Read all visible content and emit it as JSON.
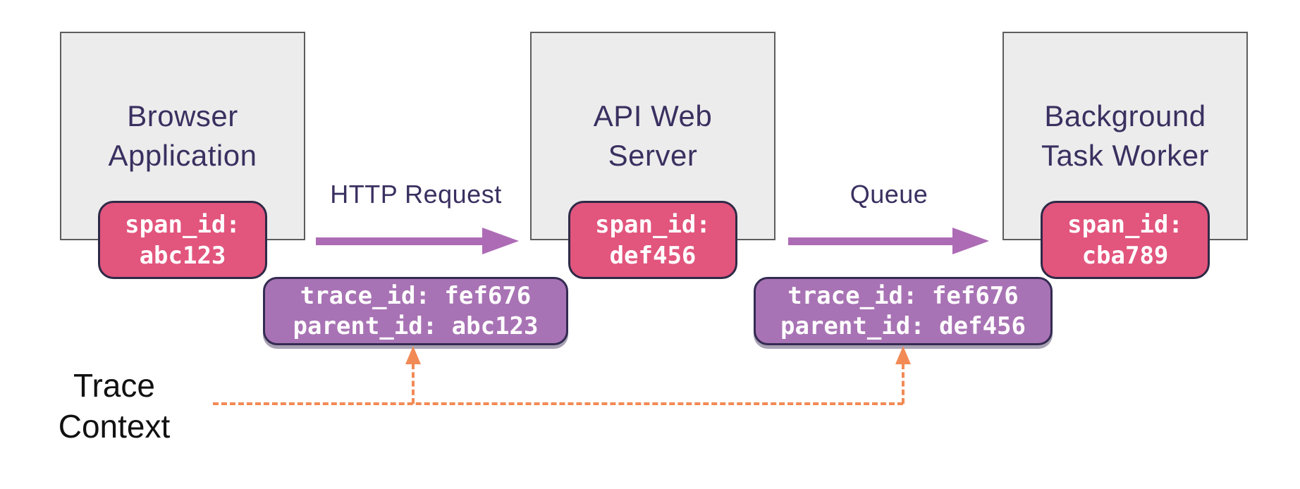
{
  "diagram_title": "Distributed trace context propagation",
  "colors": {
    "service_fill": "#ececec",
    "service_border": "#5d5d5d",
    "title_text": "#3a3060",
    "span_badge_fill": "#e2557d",
    "span_badge_border": "#2e2a47",
    "trace_box_fill": "#a873b4",
    "trace_box_border": "#342b52",
    "flow_arrow": "#ad6bb5",
    "trace_context_orange": "#f28a55",
    "context_label_text": "#111111"
  },
  "services": [
    {
      "title": "Browser\nApplication",
      "span_badge": "span_id:\nabc123"
    },
    {
      "title": "API Web\nServer",
      "span_badge": "span_id:\ndef456"
    },
    {
      "title": "Background\nTask Worker",
      "span_badge": "span_id:\ncba789"
    }
  ],
  "flows": [
    {
      "label": "HTTP Request"
    },
    {
      "label": "Queue"
    }
  ],
  "trace_boxes": [
    {
      "text": "trace_id: fef676\nparent_id: abc123"
    },
    {
      "text": "trace_id: fef676\nparent_id: def456"
    }
  ],
  "trace_context": {
    "label": "Trace\nContext"
  }
}
